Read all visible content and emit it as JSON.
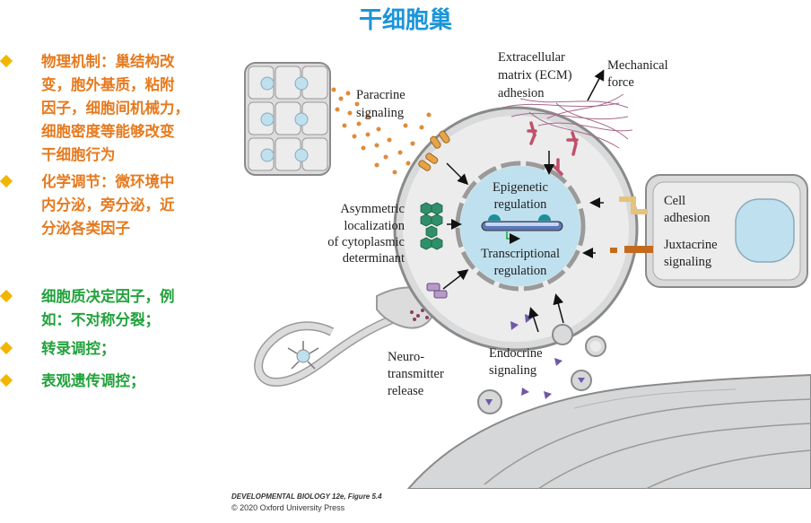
{
  "title": "干细胞巢",
  "bullets": [
    {
      "text": "物理机制：巢结构改\n变，胞外基质，粘附\n因子，细胞间机械力，\n细胞密度等能够改变\n干细胞行为",
      "color": "#e67a1e"
    },
    {
      "text": "化学调节：微环境中\n内分泌，旁分泌，近\n分泌各类因子",
      "color": "#e67a1e"
    },
    {
      "text": "细胞质决定因子，例\n如：不对称分裂；",
      "color": "#22a33c"
    },
    {
      "text": "转录调控；",
      "color": "#22a33c"
    },
    {
      "text": "表观遗传调控；",
      "color": "#22a33c"
    }
  ],
  "diagram": {
    "paracrine": [
      "Paracrine",
      "signaling"
    ],
    "ecm": [
      "Extracellular",
      "matrix (ECM)",
      "adhesion"
    ],
    "mechanical": [
      "Mechanical",
      "force"
    ],
    "epigenetic": [
      "Epigenetic",
      "regulation"
    ],
    "transcriptional": [
      "Transcriptional",
      "regulation"
    ],
    "cell_adhesion": [
      "Cell",
      "adhesion"
    ],
    "juxtacrine": [
      "Juxtacrine",
      "signaling"
    ],
    "asymmetric": [
      "Asymmetric",
      "localization",
      "of cytoplasmic",
      "determinant"
    ],
    "neuro": [
      "Neuro-",
      "transmitter",
      "release"
    ],
    "endocrine": [
      "Endocrine",
      "signaling"
    ]
  },
  "credit": {
    "line1": "DEVELOPMENTAL BIOLOGY 12e, Figure 5.4",
    "line2": "© 2020 Oxford University Press"
  },
  "colors": {
    "title": "#1d95d8",
    "orange": "#e67a1e",
    "green": "#22a33c",
    "diamond": "#f2b600"
  }
}
